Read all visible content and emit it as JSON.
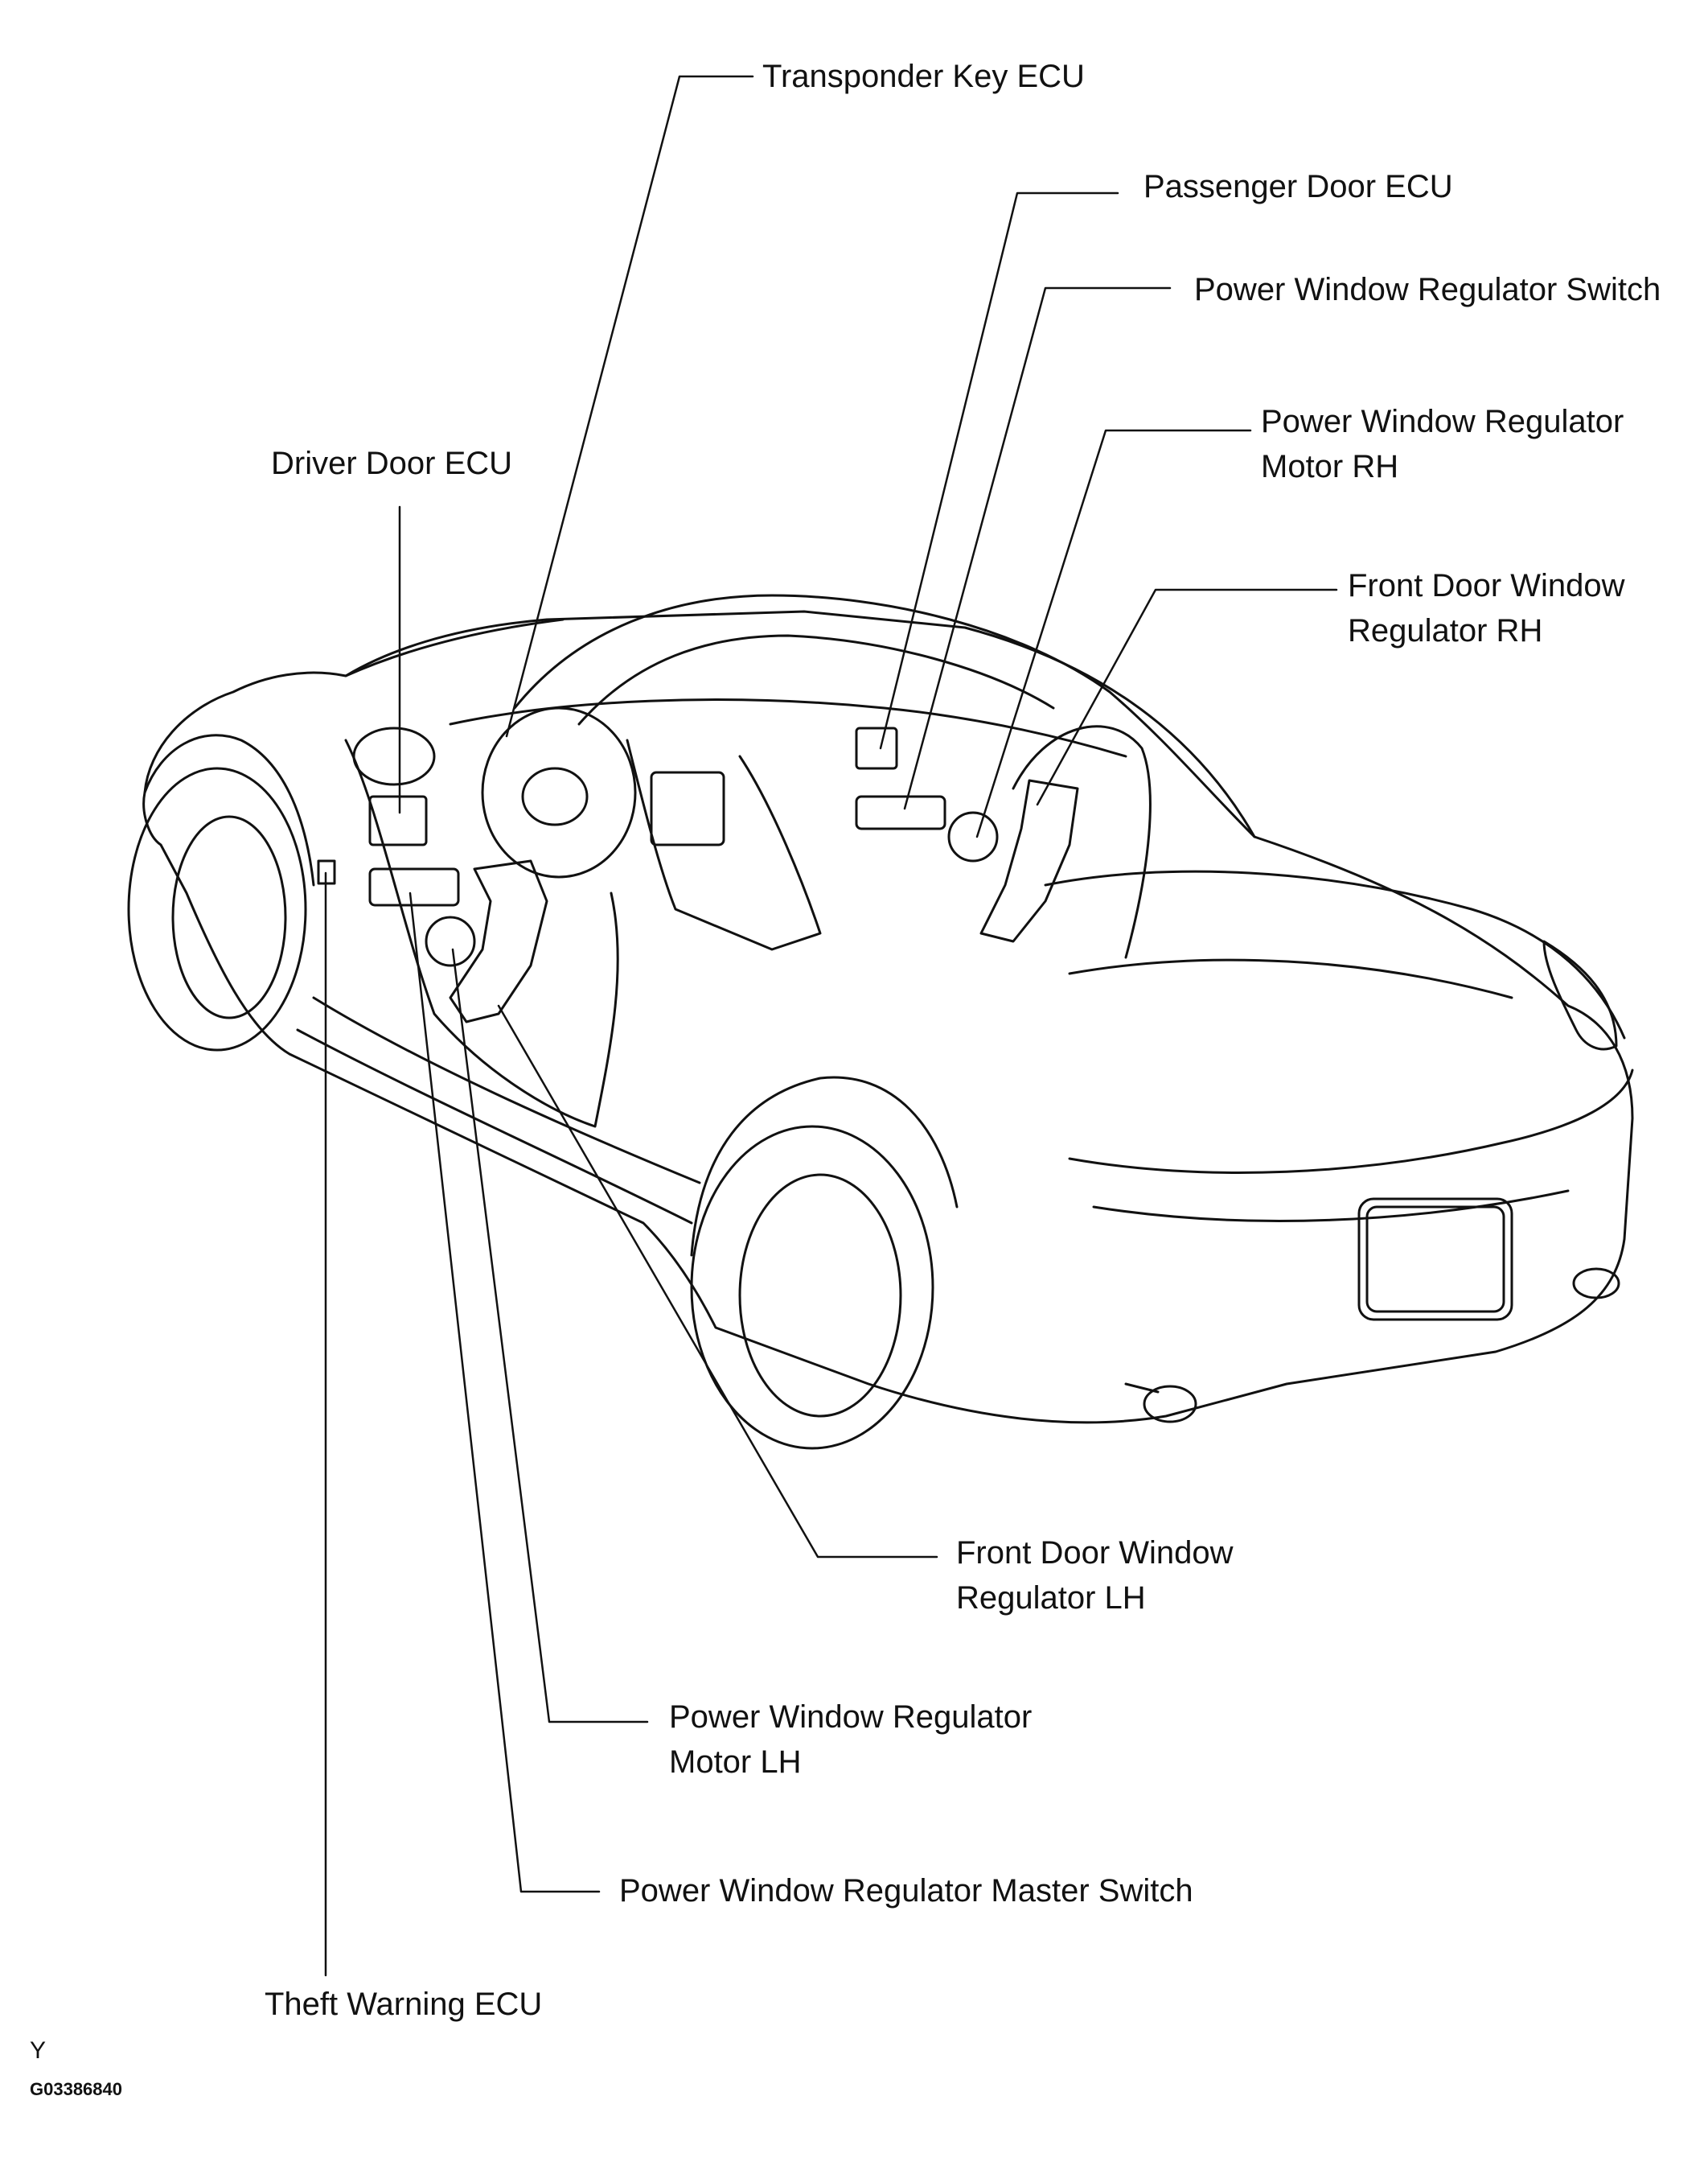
{
  "diagram": {
    "labels": {
      "transponder": "Transponder Key ECU",
      "passenger_ecu": "Passenger Door ECU",
      "pw_switch": "Power Window Regulator Switch",
      "motor_rh_1": "Power Window Regulator",
      "motor_rh_2": "Motor RH",
      "regulator_rh_1": "Front Door Window",
      "regulator_rh_2": "Regulator RH",
      "driver_ecu": "Driver Door ECU",
      "regulator_lh_1": "Front Door Window",
      "regulator_lh_2": "Regulator LH",
      "motor_lh_1": "Power Window Regulator",
      "motor_lh_2": "Motor LH",
      "master_switch": "Power Window Regulator Master Switch",
      "theft_ecu": "Theft Warning ECU"
    },
    "footer": {
      "code": "Y",
      "figure_id": "G03386840"
    }
  },
  "colors": {
    "line": "#111111",
    "background": "#ffffff"
  }
}
